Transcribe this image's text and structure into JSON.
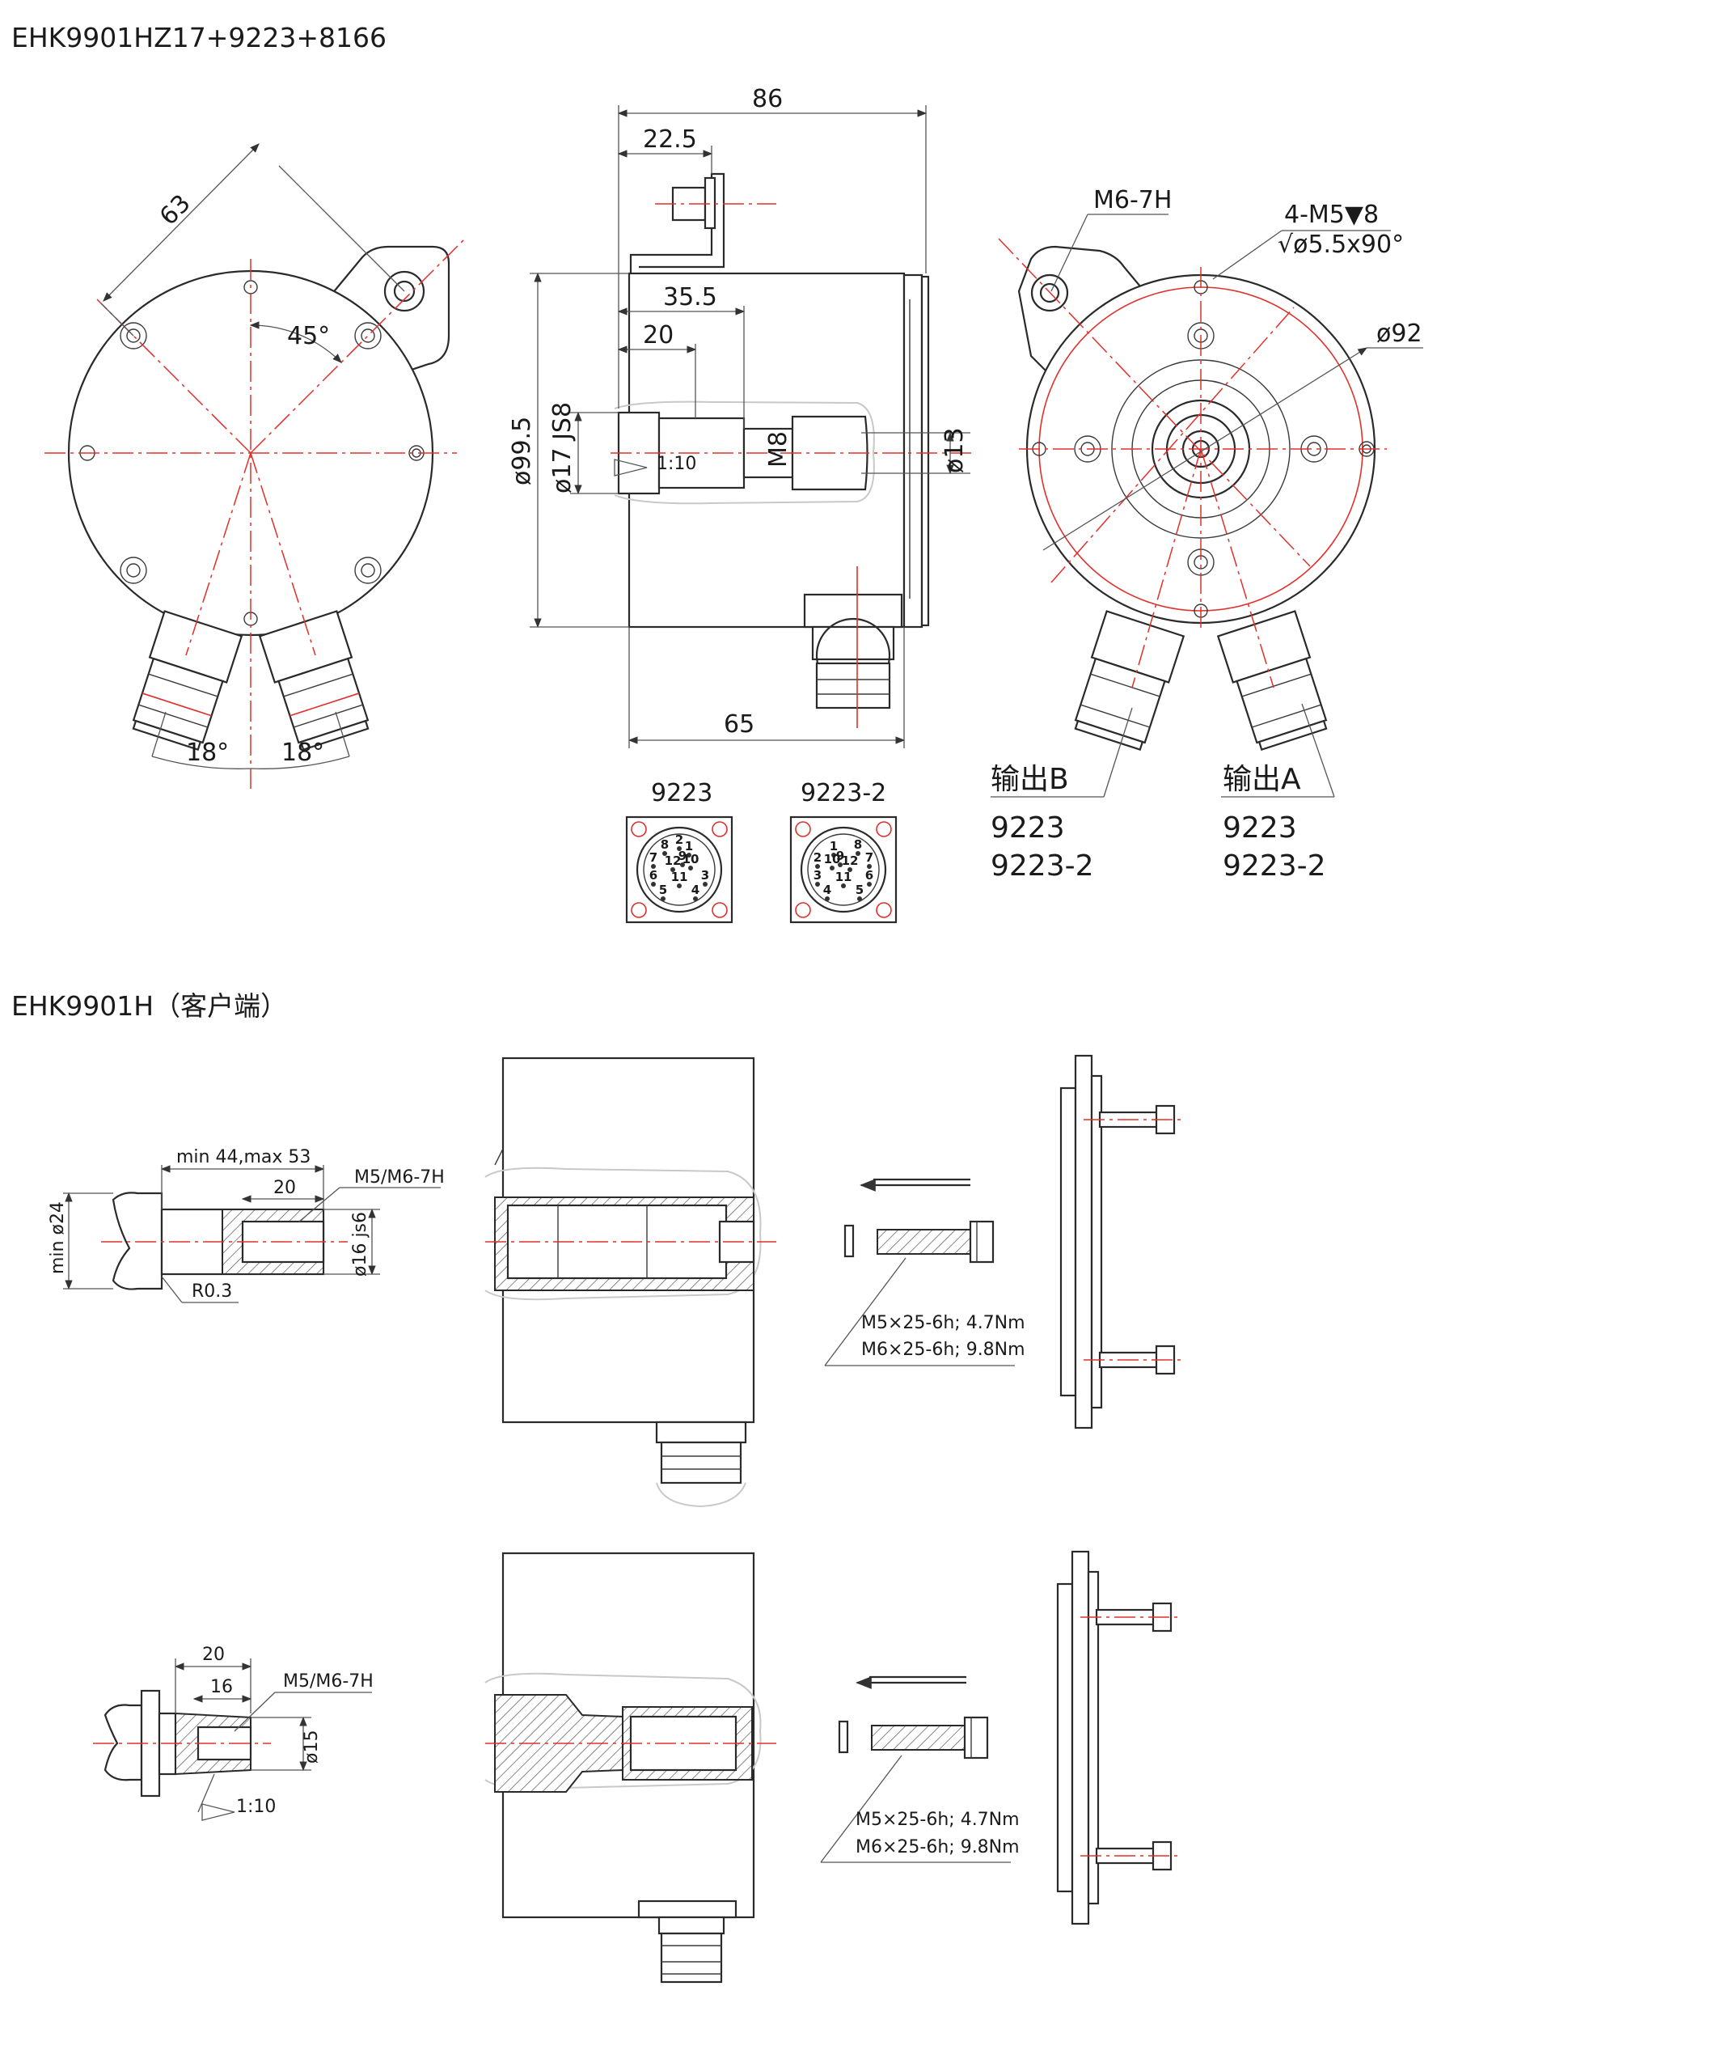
{
  "titles": {
    "top": "EHK9901HZ17+9223+8166",
    "bottom": "EHK9901H（客户端）"
  },
  "front_view": {
    "dim_63": "63",
    "angle_45": "45°",
    "angle_18_left": "18°",
    "angle_18_right": "18°"
  },
  "side_view": {
    "dim_86": "86",
    "dim_22_5": "22.5",
    "dim_35_5": "35.5",
    "dim_20": "20",
    "dim_65": "65",
    "dia_99_5": "ø99.5",
    "dia_17": "ø17 JS8",
    "thread_m8": "M8",
    "dia_13": "ø13",
    "taper": "1:10"
  },
  "rear_view": {
    "thread_m6": "M6-7H",
    "holes_line1": "4-M5▼8",
    "holes_line2": "√ø5.5x90°",
    "dia_92": "ø92"
  },
  "connectors": {
    "left_label": "9223",
    "right_label": "9223-2",
    "left_pins": [
      "1",
      "2",
      "3",
      "4",
      "5",
      "6",
      "7",
      "8",
      "9",
      "10",
      "11",
      "12"
    ],
    "right_pins": [
      "1",
      "2",
      "3",
      "4",
      "5",
      "6",
      "7",
      "8",
      "9",
      "10",
      "11",
      "12"
    ]
  },
  "outputs": {
    "b_label": "输出B",
    "b_line1": "9223",
    "b_line2": "9223-2",
    "a_label": "输出A",
    "a_line1": "9223",
    "a_line2": "9223-2"
  },
  "shaft1": {
    "length": "min 44,max 53",
    "dim_20": "20",
    "thread": "M5/M6-7H",
    "dia_24": "min ø24",
    "dia_16": "ø16 js6",
    "radius": "R0.3"
  },
  "screws1": {
    "line1": "M5×25-6h;   4.7Nm",
    "line2": "M6×25-6h;   9.8Nm"
  },
  "shaft2": {
    "dim_20": "20",
    "dim_16": "16",
    "thread": "M5/M6-7H",
    "dia_15": "ø15",
    "taper": "1:10"
  },
  "screws2": {
    "line1": "M5×25-6h;   4.7Nm",
    "line2": "M6×25-6h;   9.8Nm"
  }
}
